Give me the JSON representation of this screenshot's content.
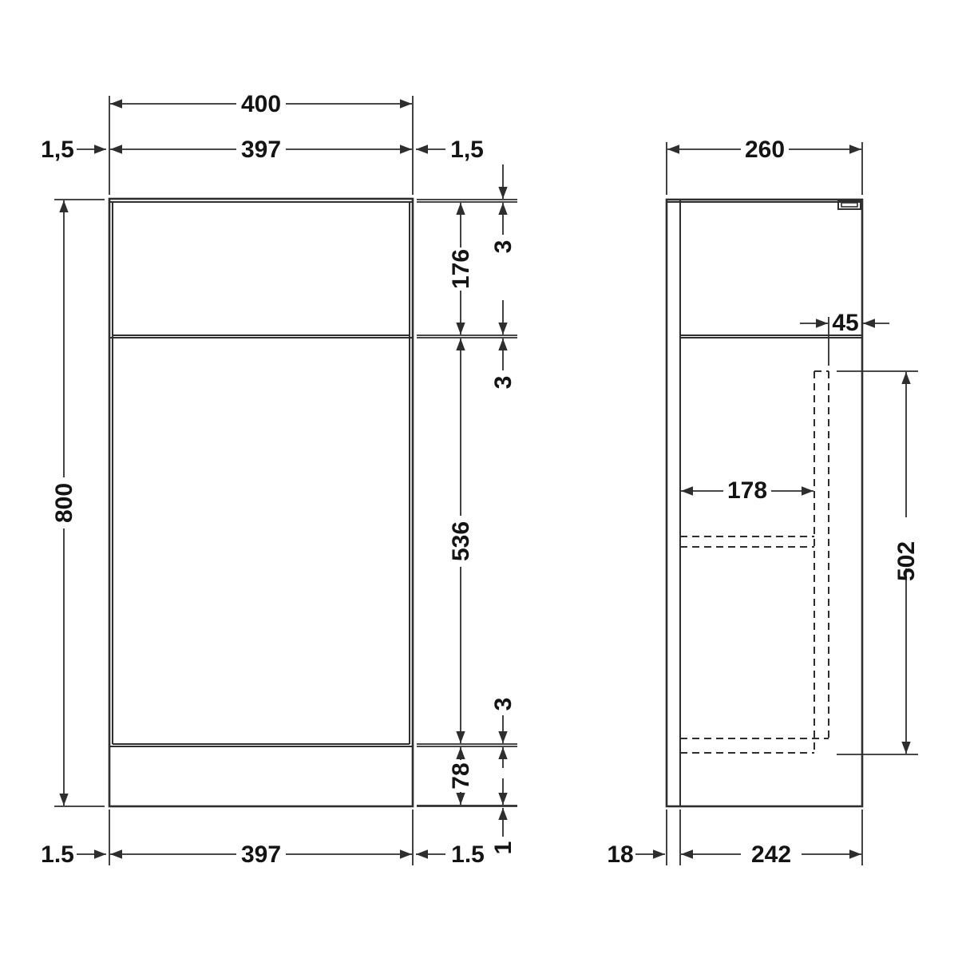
{
  "drawing": {
    "background": "#ffffff",
    "line_color": "#2e2e2e",
    "views": [
      "front elevation",
      "side section"
    ]
  },
  "front_view": {
    "dim_width_overall": "400",
    "dim_width_inner_top": "397",
    "dim_side_thickness_top_left": "1,5",
    "dim_side_thickness_top_right": "1,5",
    "dim_height_overall": "800",
    "dim_gap_top": "3",
    "dim_top_panel_height": "176",
    "dim_gap_upper": "3",
    "dim_door_height": "536",
    "dim_gap_lower": "3",
    "dim_plinth_height": "78",
    "dim_base_gap": "1",
    "dim_width_inner_bottom": "397",
    "dim_side_thickness_bottom_left": "1.5",
    "dim_side_thickness_bottom_right": "1.5"
  },
  "side_view": {
    "dim_depth_overall": "260",
    "dim_door_front_offset": "45",
    "dim_internal_depth": "178",
    "dim_internal_height": "502",
    "dim_back_panel_thickness": "18",
    "dim_base_depth": "242"
  }
}
